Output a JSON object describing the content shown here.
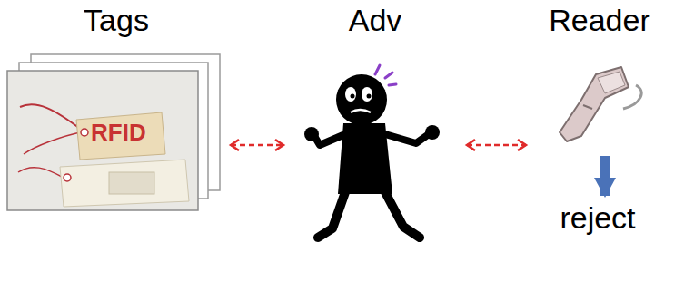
{
  "diagram": {
    "nodes": [
      {
        "text": [
          "Tags",
          "RFID"
        ]
      },
      {
        "text": [
          "Adv"
        ]
      },
      {
        "text": [
          "Reader"
        ]
      },
      {
        "text": [
          "reject"
        ]
      }
    ],
    "edges": [
      {
        "from": 0,
        "to": 1,
        "arrow": "both"
      },
      {
        "from": 1,
        "to": 2,
        "arrow": "both"
      },
      {
        "from": 2,
        "to": 3,
        "arrow": "to"
      }
    ]
  }
}
